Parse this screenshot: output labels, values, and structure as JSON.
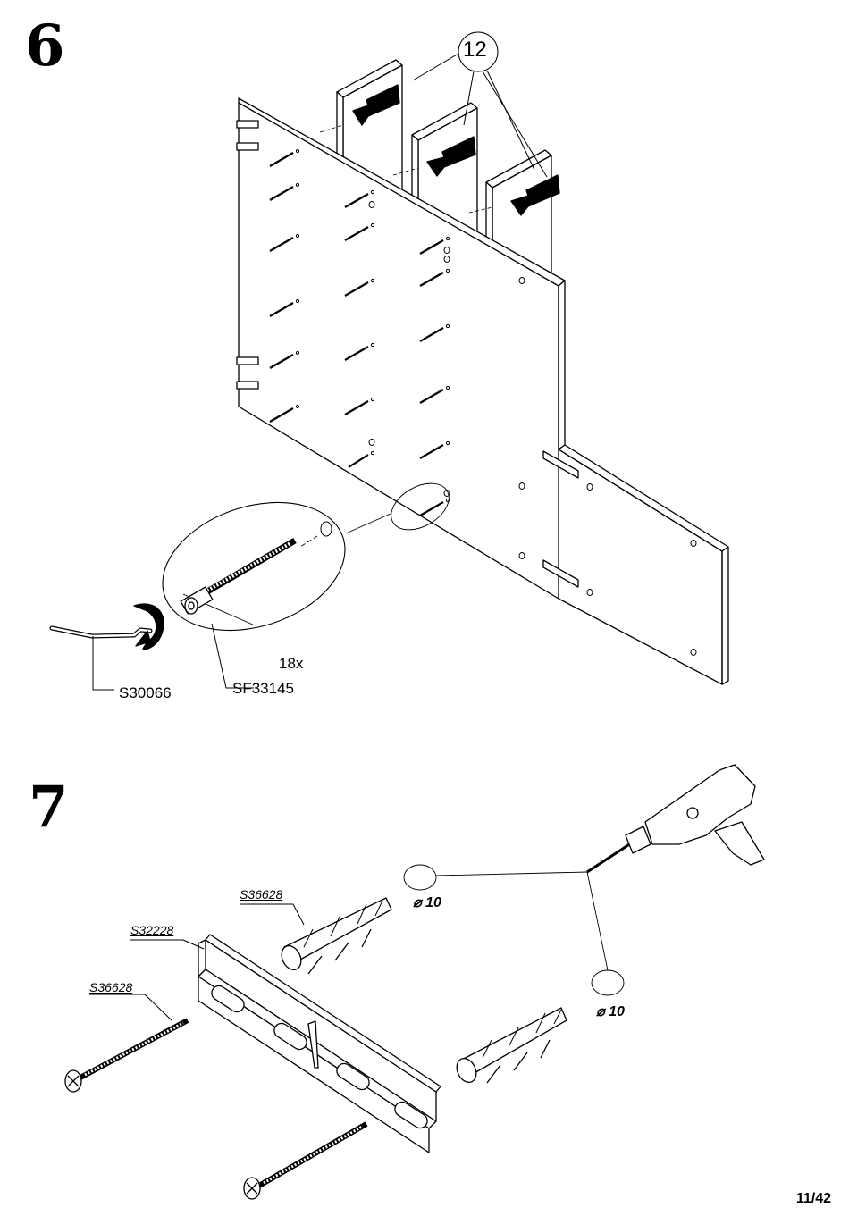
{
  "step6": {
    "number": "6",
    "callout": "12",
    "quantity": "18x",
    "parts": {
      "tool": "S30066",
      "connector": "SF33145"
    }
  },
  "step7": {
    "number": "7",
    "parts": {
      "dowel_a": "S36628",
      "bracket": "S32228",
      "screw": "S36628"
    },
    "drill_diameter_1": "10",
    "drill_diameter_2": "10",
    "diameter_symbol": "⌀"
  },
  "footer": {
    "page": "11/42"
  }
}
